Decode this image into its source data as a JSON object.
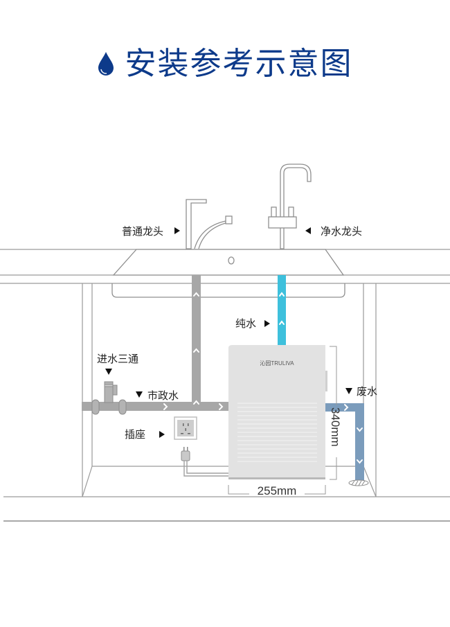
{
  "header": {
    "icon": "water-drop-icon",
    "title": "安装参考示意图"
  },
  "colors": {
    "title": "#0d3a8a",
    "tap_pipe": "#a7a7a7",
    "pure_water_pipe": "#3ec0dc",
    "waste_water_pipe": "#7b9cbc",
    "outline": "#9a9a9a"
  },
  "labels": {
    "regular_faucet": "普通龙头",
    "pure_faucet": "净水龙头",
    "pure_water": "纯水",
    "inlet_tee": "进水三通",
    "tap_water": "市政水",
    "waste_water": "废水",
    "socket": "插座"
  },
  "device": {
    "brand": "沁园TRULIVA",
    "width_dim": "255mm",
    "height_dim": "340mm"
  }
}
